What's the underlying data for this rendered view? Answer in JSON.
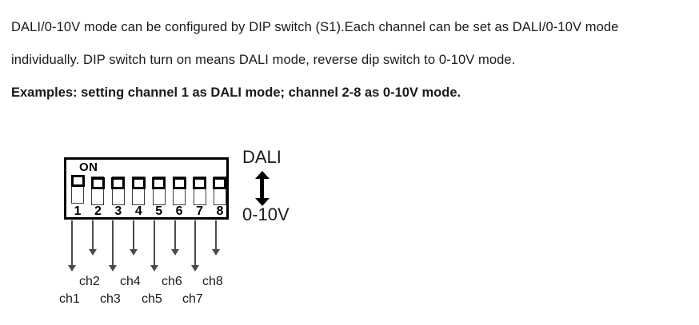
{
  "document": {
    "paragraphs": [
      {
        "text": "DALI/0-10V mode can be configured by DIP switch (S1).Each channel can be set as DALI/0-10V mode",
        "bold": false
      },
      {
        "text": "individually. DIP switch turn on means DALI mode, reverse dip switch to 0-10V mode.",
        "bold": false
      },
      {
        "text": "Examples: setting channel 1 as DALI mode; channel 2-8 as 0-10V mode.",
        "bold": true
      }
    ]
  },
  "diagram": {
    "dip_switch": {
      "on_label": "ON",
      "switch_count": 8,
      "switches": [
        {
          "number": "1",
          "position": "up",
          "mode": "DALI"
        },
        {
          "number": "2",
          "position": "down",
          "mode": "0-10V"
        },
        {
          "number": "3",
          "position": "down",
          "mode": "0-10V"
        },
        {
          "number": "4",
          "position": "down",
          "mode": "0-10V"
        },
        {
          "number": "5",
          "position": "down",
          "mode": "0-10V"
        },
        {
          "number": "6",
          "position": "down",
          "mode": "0-10V"
        },
        {
          "number": "7",
          "position": "down",
          "mode": "0-10V"
        },
        {
          "number": "8",
          "position": "down",
          "mode": "0-10V"
        }
      ]
    },
    "mode_legend": {
      "top_label": "DALI",
      "bottom_label": "0-10V",
      "arrow": "double-headed-vertical-arrow"
    },
    "channel_pointers": [
      {
        "label": "ch1",
        "arrow_length": "long",
        "label_row": "lower"
      },
      {
        "label": "ch2",
        "arrow_length": "short",
        "label_row": "upper"
      },
      {
        "label": "ch3",
        "arrow_length": "long",
        "label_row": "lower"
      },
      {
        "label": "ch4",
        "arrow_length": "short",
        "label_row": "upper"
      },
      {
        "label": "ch5",
        "arrow_length": "long",
        "label_row": "lower"
      },
      {
        "label": "ch6",
        "arrow_length": "short",
        "label_row": "upper"
      },
      {
        "label": "ch7",
        "arrow_length": "long",
        "label_row": "lower"
      },
      {
        "label": "ch8",
        "arrow_length": "short",
        "label_row": "upper"
      }
    ]
  },
  "colors": {
    "text": "#1a1a1a",
    "outline": "#000000",
    "arrow": "#4a4a4a",
    "background": "#ffffff"
  }
}
